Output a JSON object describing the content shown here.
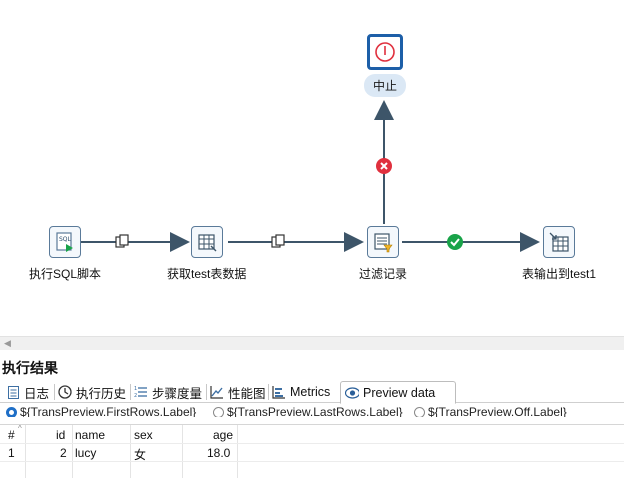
{
  "canvas": {
    "steps": {
      "sql": "执行SQL脚本",
      "fetch": "获取test表数据",
      "filter": "过滤记录",
      "output": "表输出到test1",
      "abort": "中止"
    }
  },
  "results": {
    "title": "执行结果",
    "tabs": [
      "日志",
      "执行历史",
      "步骤度量",
      "性能图",
      "Metrics",
      "Preview data"
    ],
    "active_tab": "Preview data",
    "radios": [
      {
        "label": "${TransPreview.FirstRows.Label}",
        "checked": true
      },
      {
        "label": "${TransPreview.LastRows.Label}",
        "checked": false
      },
      {
        "label": "${TransPreview.Off.Label}",
        "checked": false
      }
    ],
    "table": {
      "columns": [
        "#",
        "id",
        "name",
        "sex",
        "age"
      ],
      "rows": [
        [
          "1",
          "2",
          "lucy",
          "女",
          "18.0"
        ]
      ]
    }
  },
  "colors": {
    "accent": "#1d5fa8",
    "link": "#3d5569",
    "error": "#e0303e",
    "success": "#19a349"
  }
}
